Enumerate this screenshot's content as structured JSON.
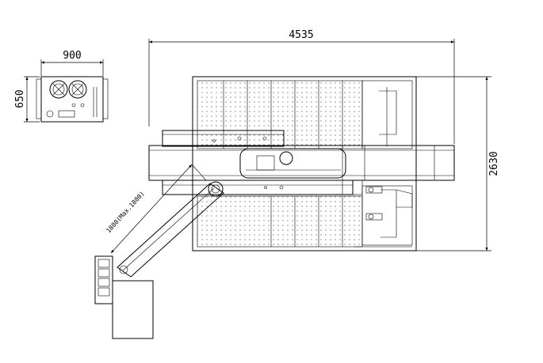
{
  "drawing": {
    "main_width": "4535",
    "main_depth": "2630",
    "controller_width": "900",
    "controller_depth": "650",
    "arm_reach": "1800(Max.1800)"
  }
}
